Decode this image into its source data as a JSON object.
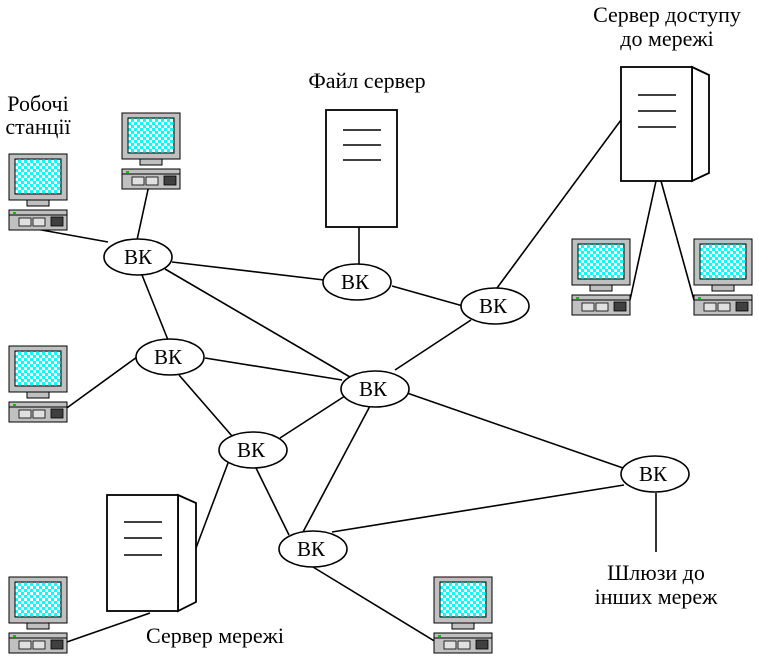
{
  "labels": {
    "workstations_line1": "Робочі",
    "workstations_line2": "станції",
    "file_server": "Файл сервер",
    "access_server_line1": "Сервер доступу",
    "access_server_line2": "до мережі",
    "network_server": "Сервер мережі",
    "gateways_line1": "Шлюзи до",
    "gateways_line2": "інших мереж"
  },
  "nodes": [
    {
      "id": "n1",
      "label": "ВК"
    },
    {
      "id": "n2",
      "label": "ВК"
    },
    {
      "id": "n3",
      "label": "ВК"
    },
    {
      "id": "n4",
      "label": "ВК"
    },
    {
      "id": "n5",
      "label": "ВК"
    },
    {
      "id": "n6",
      "label": "ВК"
    },
    {
      "id": "n7",
      "label": "ВК"
    },
    {
      "id": "n8",
      "label": "ВК"
    }
  ],
  "icons": {
    "workstation": "computer-workstation-icon",
    "server": "server-tower-icon"
  },
  "colors": {
    "screen": "#00ffff",
    "case": "#c0c0c0",
    "line": "#000000"
  }
}
